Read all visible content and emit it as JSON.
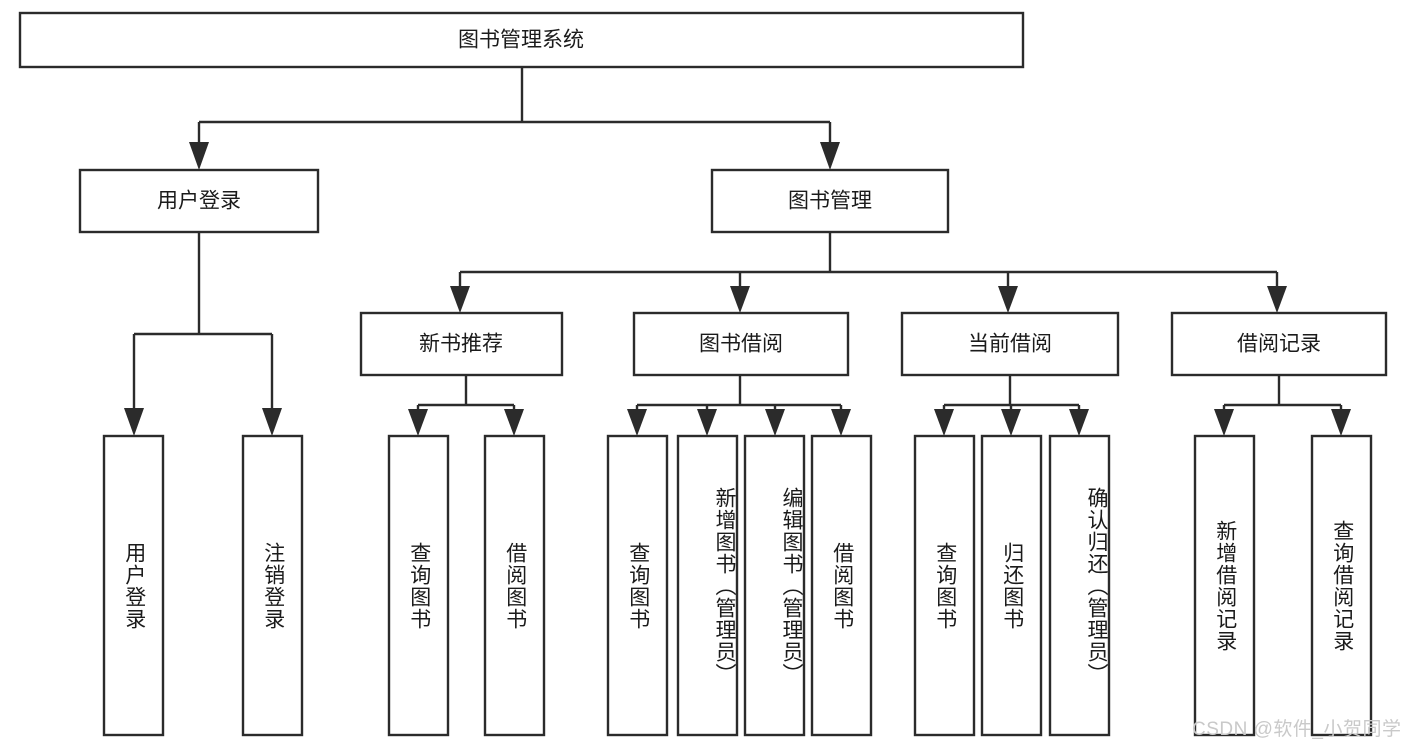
{
  "diagram": {
    "title": "图书管理系统",
    "type": "tree-hierarchy",
    "watermark": "CSDN @软件_小贺同学",
    "colors": {
      "stroke": "#2b2b2b",
      "fill": "#ffffff",
      "text": "#1b1b1b",
      "watermark": "#c9c9c9",
      "background": "#ffffff"
    },
    "levels": {
      "root": {
        "label": "图书管理系统"
      },
      "level2": [
        {
          "label": "用户登录"
        },
        {
          "label": "图书管理"
        }
      ],
      "level3": [
        {
          "label": "新书推荐"
        },
        {
          "label": "图书借阅"
        },
        {
          "label": "当前借阅"
        },
        {
          "label": "借阅记录"
        }
      ],
      "leaves": {
        "user_login": [
          {
            "label": "用户登录"
          },
          {
            "label": "注销登录"
          }
        ],
        "new_book_recommend": [
          {
            "label": "查询图书"
          },
          {
            "label": "借阅图书"
          }
        ],
        "book_borrow": [
          {
            "label": "查询图书"
          },
          {
            "label": "新增图书（管理员）"
          },
          {
            "label": "编辑图书（管理员）"
          },
          {
            "label": "借阅图书"
          }
        ],
        "current_borrow": [
          {
            "label": "查询图书"
          },
          {
            "label": "归还图书"
          },
          {
            "label": "确认归还（管理员）"
          }
        ],
        "borrow_record": [
          {
            "label": "新增借阅记录"
          },
          {
            "label": "查询借阅记录"
          }
        ]
      }
    }
  }
}
